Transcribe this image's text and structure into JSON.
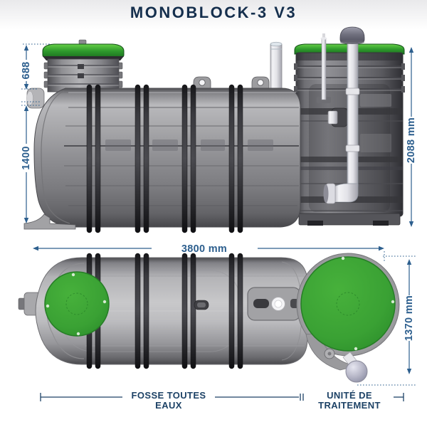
{
  "title": "MONOBLOCK-3 V3",
  "dimensions": {
    "riser_height_mm": "688",
    "tank_height_mm": "1400",
    "overall_height": "2088 mm",
    "overall_length": "3800 mm",
    "treatment_width": "1370 mm"
  },
  "labels": {
    "septic_tank_line1": "FOSSE TOUTES",
    "septic_tank_line2": "EAUX",
    "treatment_unit_line1": "UNITÉ DE",
    "treatment_unit_line2": "TRAITEMENT"
  },
  "colors": {
    "title_navy": "#152f4d",
    "dimension_blue": "#2d5f8e",
    "label_navy": "#1d4266",
    "lid_green": "#3aa134",
    "tank_gray": "#8f8f93"
  }
}
